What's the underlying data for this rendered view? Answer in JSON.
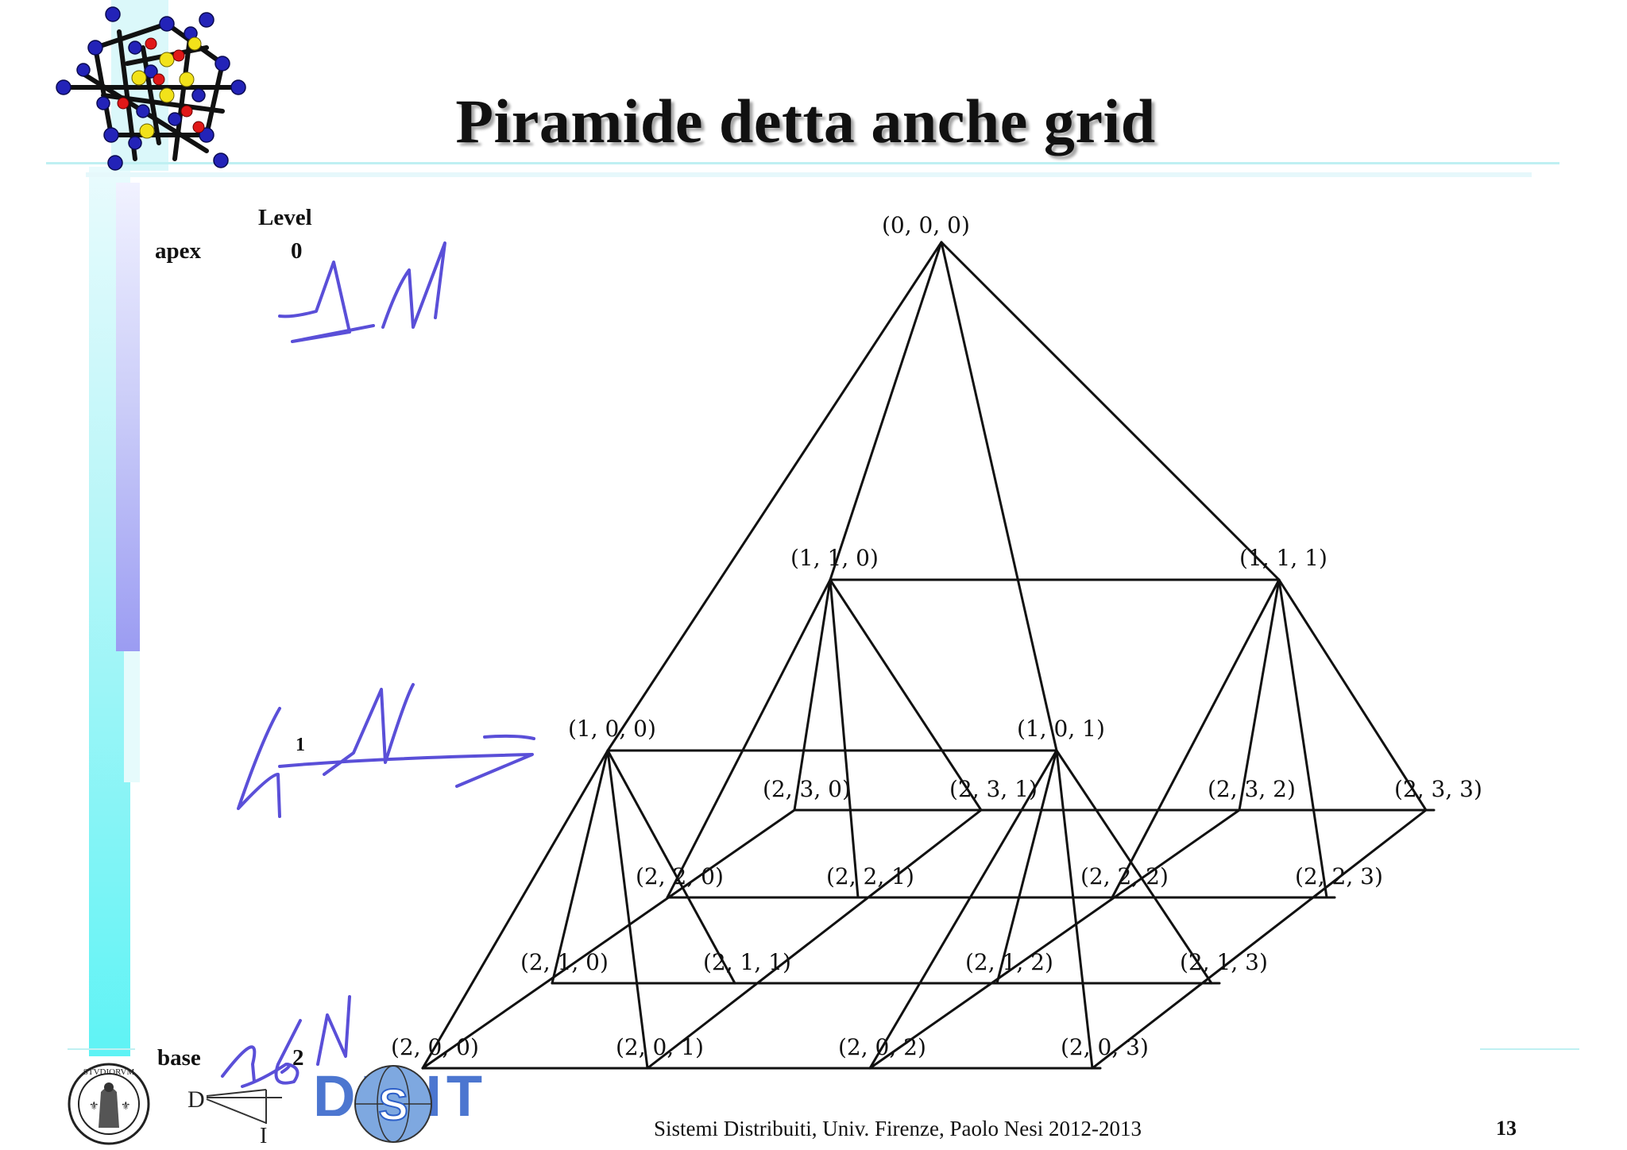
{
  "slide": {
    "title": "Piramide detta anche grid",
    "footer": "Sistemi Distribuiti, Univ. Firenze, Paolo Nesi 2012-2013",
    "page_number": "13"
  },
  "levels": {
    "header": "Level",
    "apex_label": "apex",
    "apex_level": "0",
    "middle_level": "1",
    "base_label": "base",
    "base_level": "2"
  },
  "handwriting": {
    "apex_note": "1N",
    "middle_note": "4N",
    "base_note": "16N",
    "ink_color": "#5a4fd8"
  },
  "pyramid_nodes": {
    "apex": "(0, 0, 0)",
    "level1": [
      "(1, 1, 0)",
      "(1, 1, 1)",
      "(1, 0, 0)",
      "(1, 0, 1)"
    ],
    "level2": [
      "(2, 3, 0)",
      "(2, 3, 1)",
      "(2, 3, 2)",
      "(2, 3, 3)",
      "(2, 2, 0)",
      "(2, 2, 1)",
      "(2, 2, 2)",
      "(2, 2, 3)",
      "(2, 1, 0)",
      "(2, 1, 1)",
      "(2, 1, 2)",
      "(2, 1, 3)",
      "(2, 0, 0)",
      "(2, 0, 1)",
      "(2, 0, 2)",
      "(2, 0, 3)"
    ]
  },
  "logos": {
    "university": "university-seal",
    "dept_letters": [
      "D",
      "I"
    ],
    "dept_name": "DISIT"
  },
  "colors": {
    "accent_bar": "#5ef3f5",
    "accent_bar_purple": "#9b9cf2",
    "divider": "#bff0f2"
  }
}
